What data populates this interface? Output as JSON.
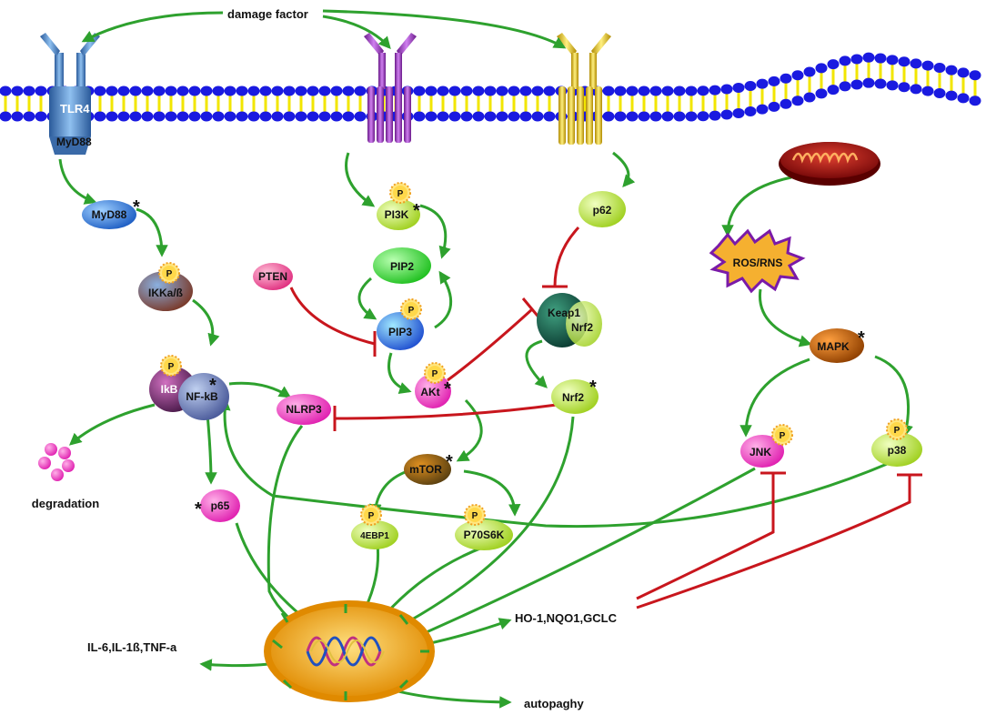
{
  "labels": {
    "damage_factor": "damage factor",
    "tlr4": "TLR4",
    "myd88_receptor": "MyD88",
    "myd88": "MyD88",
    "ikk": "IKKa/ß",
    "ikb": "IkB",
    "nfkb": "NF-kB",
    "degradation": "degradation",
    "p65": "p65",
    "nlrp3": "NLRP3",
    "pi3k": "PI3K",
    "pip2": "PIP2",
    "pip3": "PIP3",
    "pten": "PTEN",
    "akt": "AKt",
    "mtor": "mTOR",
    "ebp1": "4EBP1",
    "p70s6k": "P70S6K",
    "p62": "p62",
    "keap1": "Keap1",
    "nrf2_complex": "Nrf2",
    "nrf2": "Nrf2",
    "ros": "ROS/RNS",
    "mapk": "MAPK",
    "jnk": "JNK",
    "p38": "p38",
    "ho1": "HO-1,NQO1,GCLC",
    "cytokines": "IL-6,IL-1ß,TNF-a",
    "autophagy": "autopaghy",
    "phospho": "P",
    "asterisk": "*"
  },
  "colors": {
    "activation_arrow": "#2ea12e",
    "inhibition_line": "#c8161d",
    "membrane_head": "#1a1ae0",
    "membrane_tail": "#f2e600",
    "tlr4_receptor": "#4a7fc0",
    "pi3k_receptor": "#9b33b5",
    "third_receptor": "#e0c020",
    "nucleus": "#f5a623"
  }
}
